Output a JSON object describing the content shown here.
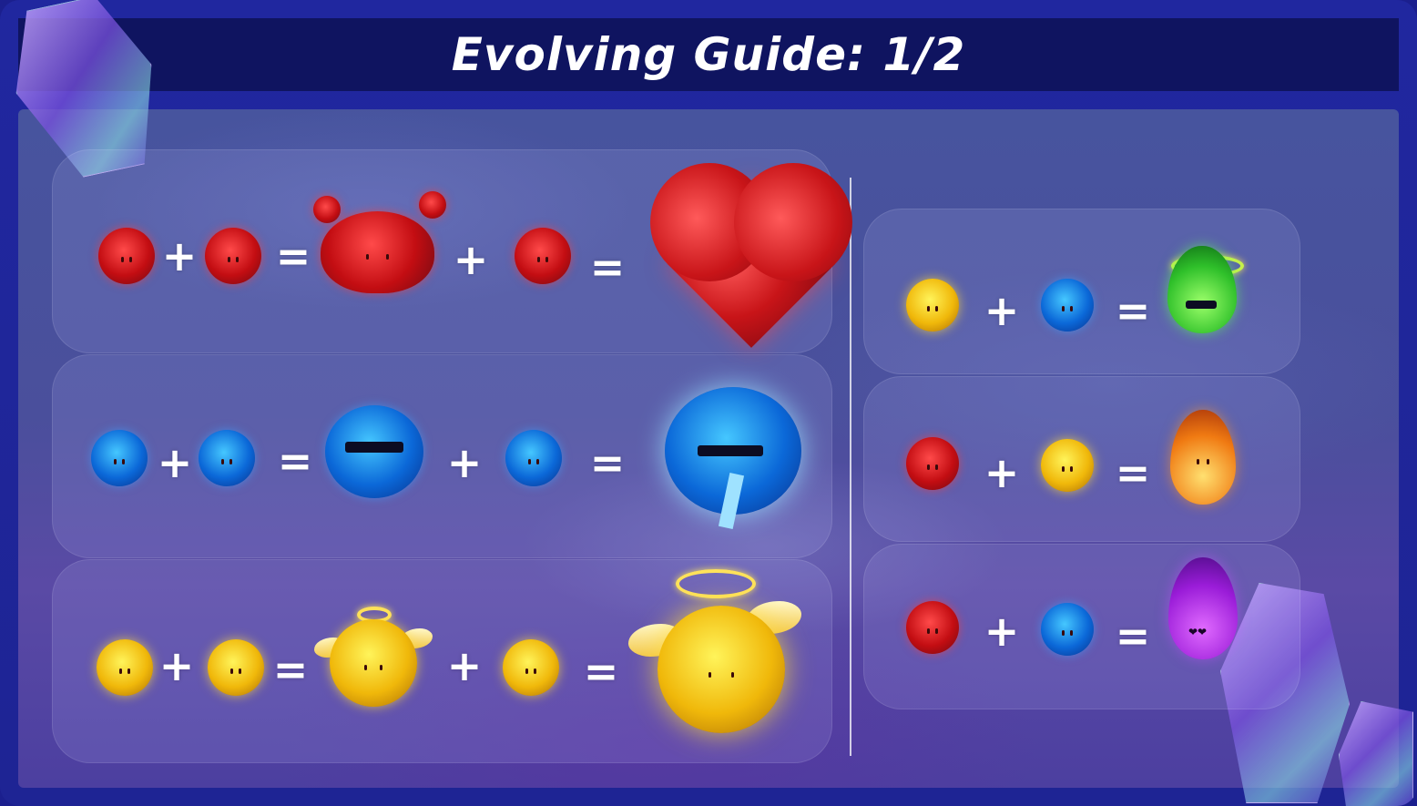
{
  "title": "Evolving Guide: 1/2",
  "operators": {
    "plus": "+",
    "equals": "="
  },
  "colors": {
    "frame": "#1e2494",
    "title_bar": "#0f1460",
    "red_blob": "#c30d12",
    "blue_blob": "#0b68d8",
    "yellow_blob": "#f0b80a",
    "green_flame": "#2fc02a",
    "orange_flame": "#f07a12",
    "purple_flame": "#9a1cd8"
  },
  "recipes_left": [
    {
      "inputs": [
        "red-blob",
        "red-blob"
      ],
      "stage1": "red-tentacle-creature",
      "extra": "red-blob",
      "result": "red-heart-creature"
    },
    {
      "inputs": [
        "blue-blob",
        "blue-blob"
      ],
      "stage1": "blue-fluffy-sunglasses-creature",
      "extra": "blue-blob",
      "result": "blue-fluffy-tie-creature"
    },
    {
      "inputs": [
        "yellow-blob",
        "yellow-blob"
      ],
      "stage1": "yellow-winged-halo-creature",
      "extra": "yellow-blob",
      "result": "yellow-angel-creature"
    }
  ],
  "recipes_right": [
    {
      "inputs": [
        "yellow-blob",
        "blue-blob"
      ],
      "result": "green-flame-sunglasses"
    },
    {
      "inputs": [
        "red-blob",
        "yellow-blob"
      ],
      "result": "orange-flame-heart"
    },
    {
      "inputs": [
        "red-blob",
        "blue-blob"
      ],
      "result": "purple-flame-heart-eyes"
    }
  ]
}
